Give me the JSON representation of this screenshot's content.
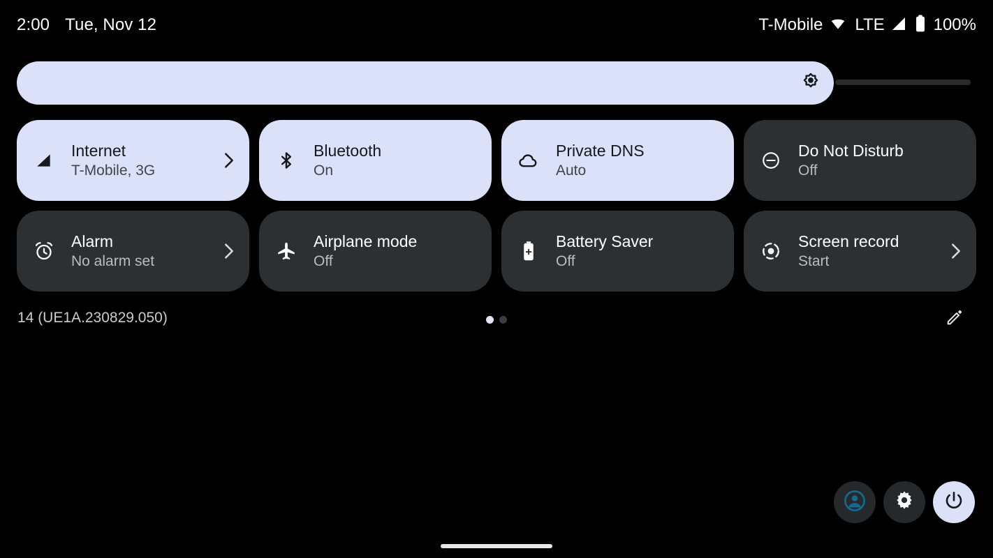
{
  "status_bar": {
    "clock": "2:00",
    "date": "Tue, Nov 12",
    "carrier": "T-Mobile",
    "wifi_icon": "wifi-icon",
    "network_type": "LTE",
    "signal_icon": "signal-bars-icon",
    "battery_icon": "battery-full-icon",
    "battery_percent": "100%"
  },
  "brightness": {
    "icon": "brightness-sun-icon",
    "level_percent": 85
  },
  "tiles": [
    {
      "label": "Internet",
      "sub": "T-Mobile, 3G",
      "icon": "signal-bars-icon",
      "active": true,
      "chevron": true,
      "name": "tile-internet"
    },
    {
      "label": "Bluetooth",
      "sub": "On",
      "icon": "bluetooth-icon",
      "active": true,
      "chevron": false,
      "name": "tile-bluetooth"
    },
    {
      "label": "Private DNS",
      "sub": "Auto",
      "icon": "cloud-icon",
      "active": true,
      "chevron": false,
      "name": "tile-private-dns"
    },
    {
      "label": "Do Not Disturb",
      "sub": "Off",
      "icon": "do-not-disturb-icon",
      "active": false,
      "chevron": false,
      "name": "tile-do-not-disturb"
    },
    {
      "label": "Alarm",
      "sub": "No alarm set",
      "icon": "alarm-clock-icon",
      "active": false,
      "chevron": true,
      "name": "tile-alarm"
    },
    {
      "label": "Airplane mode",
      "sub": "Off",
      "icon": "airplane-icon",
      "active": false,
      "chevron": false,
      "name": "tile-airplane-mode"
    },
    {
      "label": "Battery Saver",
      "sub": "Off",
      "icon": "battery-saver-icon",
      "active": false,
      "chevron": false,
      "name": "tile-battery-saver"
    },
    {
      "label": "Screen record",
      "sub": "Start",
      "icon": "screen-record-icon",
      "active": false,
      "chevron": true,
      "name": "tile-screen-record"
    }
  ],
  "footer": {
    "build_label": "14 (UE1A.230829.050)",
    "pages": 2,
    "active_page": 1,
    "edit_icon": "pencil-edit-icon"
  },
  "actions": {
    "user_icon": "user-avatar-icon",
    "settings_icon": "gear-icon",
    "power_icon": "power-icon"
  },
  "colors": {
    "background": "#000000",
    "tile_active": "#dce1fa",
    "tile_inactive": "#2d3033",
    "accent_avatar": "#16698b",
    "text_primary": "#ffffff",
    "text_secondary": "#b9bcc0"
  }
}
